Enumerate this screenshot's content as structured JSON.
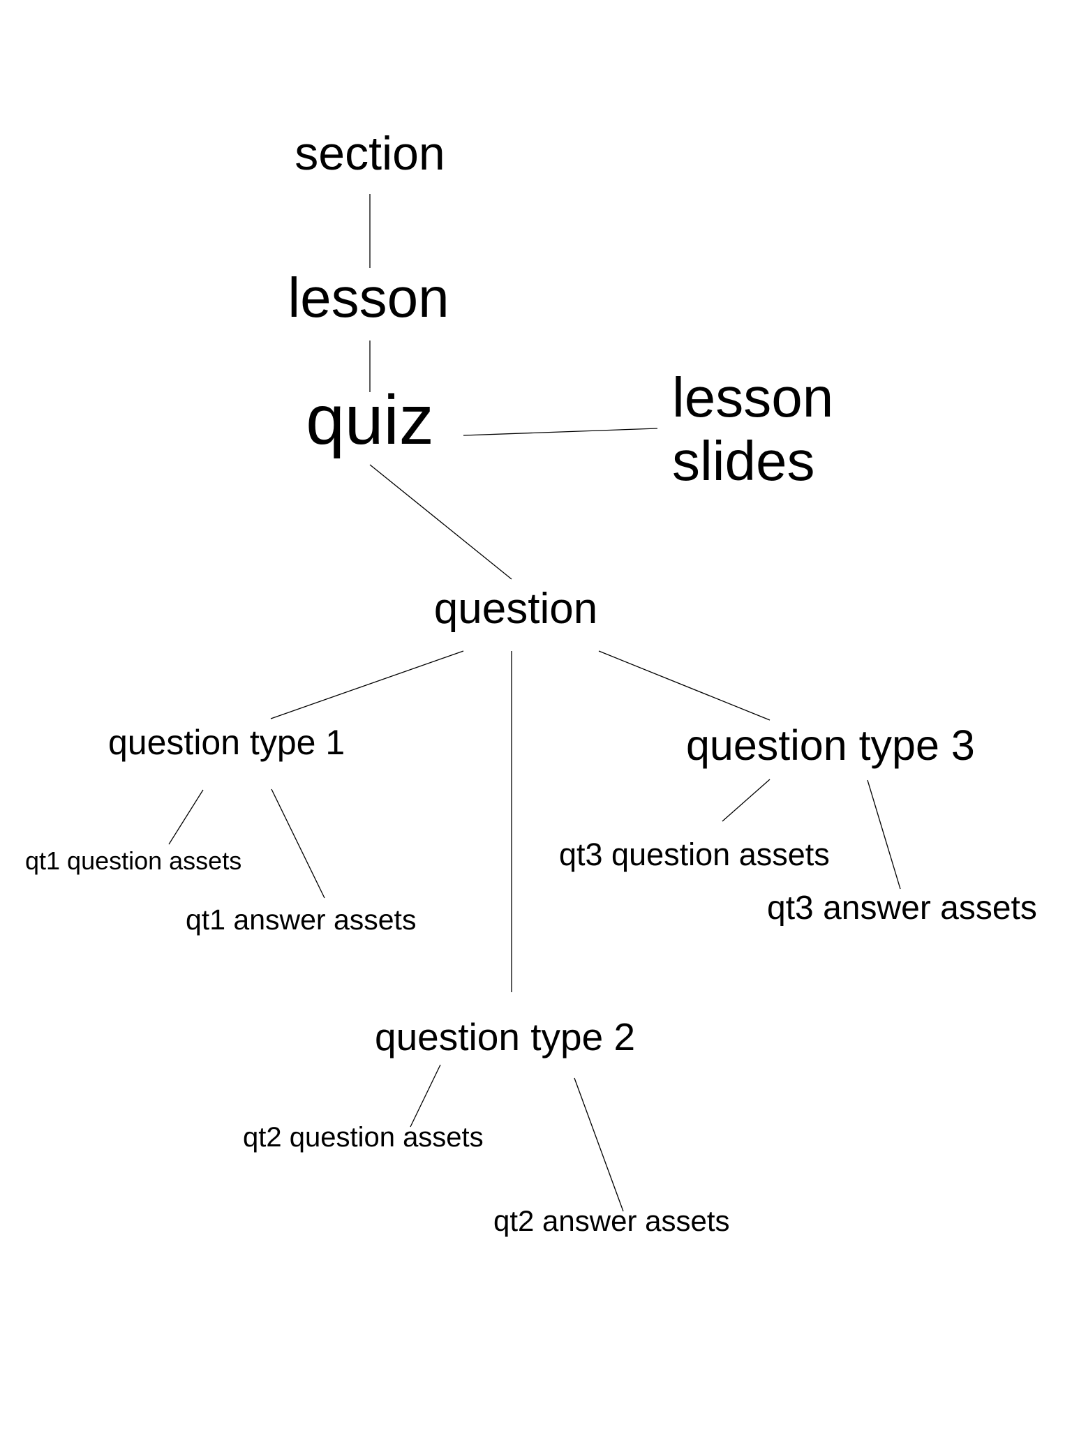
{
  "nodes": {
    "section": "section",
    "lesson": "lesson",
    "quiz": "quiz",
    "lesson_slides_line1": "lesson",
    "lesson_slides_line2": "slides",
    "question": "question",
    "question_type_1": "question type 1",
    "question_type_2": "question type 2",
    "question_type_3": "question type 3",
    "qt1_question_assets": "qt1 question assets",
    "qt1_answer_assets": "qt1 answer assets",
    "qt2_question_assets": "qt2 question assets",
    "qt2_answer_assets": "qt2 answer assets",
    "qt3_question_assets": "qt3 question assets",
    "qt3_answer_assets": "qt3 answer assets"
  }
}
